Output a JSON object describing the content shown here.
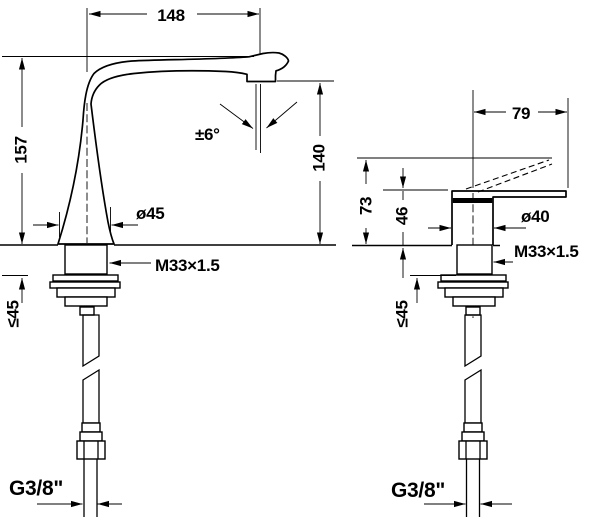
{
  "drawing": {
    "type": "faucet-installation-dimension-drawing",
    "left_view": {
      "spout_reach": "148",
      "spout_height": "157",
      "outlet_height": "140",
      "stream_angle_tolerance": "±6°",
      "base_diameter": "ø45",
      "thread": "M33×1.5",
      "max_deck_thickness": "≤45",
      "connection_thread": "G3/8\""
    },
    "right_view": {
      "lever_reach": "79",
      "lever_height": "73",
      "body_height": "46",
      "body_diameter": "ø40",
      "thread": "M33×1.5",
      "max_deck_thickness": "≤45",
      "connection_thread": "G3/8\""
    }
  }
}
